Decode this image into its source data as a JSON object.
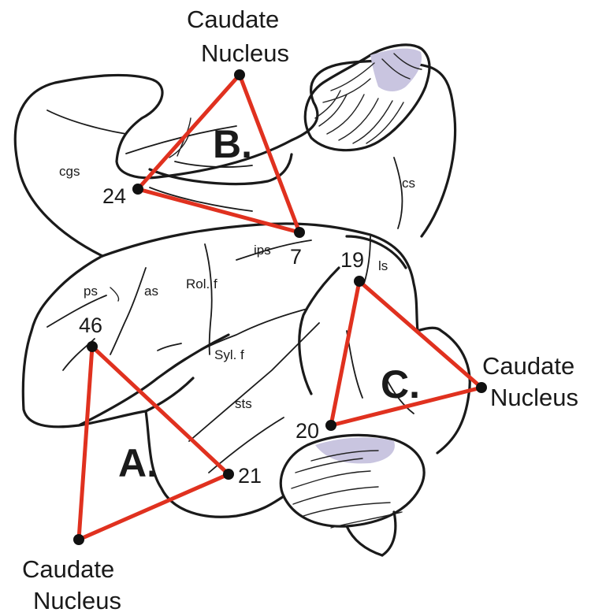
{
  "circuits": {
    "b": {
      "letter": "B."
    },
    "a": {
      "letter": "A."
    },
    "c": {
      "letter": "C."
    }
  },
  "nodes": {
    "caudate_top": {
      "line1": "Caudate",
      "line2": "Nucleus"
    },
    "caudate_right": {
      "line1": "Caudate",
      "line2": "Nucleus"
    },
    "caudate_bottom": {
      "line1": "Caudate",
      "line2": "Nucleus"
    },
    "area_24": "24",
    "area_7": "7",
    "area_46": "46",
    "area_21": "21",
    "area_19": "19",
    "area_20": "20"
  },
  "sulci": {
    "cgs": "cgs",
    "cs": "cs",
    "ips": "ips",
    "ps": "ps",
    "as": "as",
    "rol": "Rol. f",
    "syl": "Syl. f",
    "sts": "sts",
    "ls": "ls"
  },
  "colors": {
    "connection": "#e0311f",
    "cerebellum_shade": "#c9c5e0"
  }
}
